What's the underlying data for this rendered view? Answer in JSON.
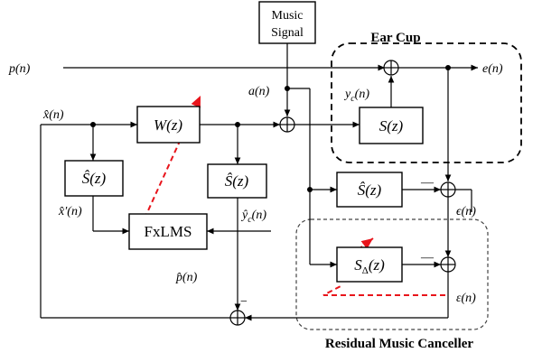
{
  "blocks": {
    "music_signal_line1": "Music",
    "music_signal_line2": "Signal",
    "W": "W(z)",
    "S": "S(z)",
    "S_hat_left": "Ŝ(z)",
    "S_hat_mid": "Ŝ(z)",
    "S_hat_right": "Ŝ(z)",
    "S_delta": "S",
    "S_delta_sub": "Δ",
    "S_delta_arg": "(z)",
    "fxlms": "FxLMS"
  },
  "regions": {
    "ear_cup": "Ear Cup",
    "residual": "Residual Music Canceller"
  },
  "signals": {
    "p": "p(n)",
    "e": "e(n)",
    "a": "a(n)",
    "x_hat": "x̂(n)",
    "x_hat_prime": "x̂′(n)",
    "y_c": "y",
    "y_c_sub": "c",
    "y_c_arg": "(n)",
    "y_c_hat": "ŷ",
    "y_c_hat_sub": "c",
    "y_c_hat_arg": "(n)",
    "p_hat": "p̂(n)",
    "eps1": "ϵ(n)",
    "eps2": "ε(n)"
  },
  "signs": {
    "minus": "—",
    "minus_bottom": "−"
  }
}
